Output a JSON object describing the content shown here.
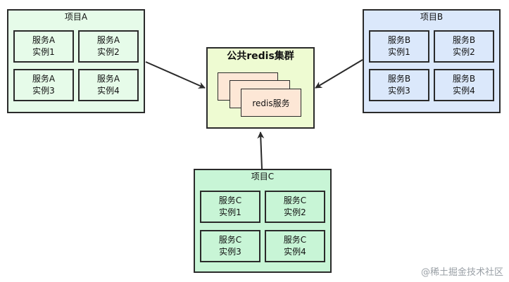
{
  "projects": {
    "a": {
      "title": "项目A",
      "instances": [
        {
          "service": "服务A",
          "instance": "实例1"
        },
        {
          "service": "服务A",
          "instance": "实例2"
        },
        {
          "service": "服务A",
          "instance": "实例3"
        },
        {
          "service": "服务A",
          "instance": "实例4"
        }
      ],
      "fill": "#e6fbe9"
    },
    "b": {
      "title": "项目B",
      "instances": [
        {
          "service": "服务B",
          "instance": "实例1"
        },
        {
          "service": "服务B",
          "instance": "实例2"
        },
        {
          "service": "服务B",
          "instance": "实例3"
        },
        {
          "service": "服务B",
          "instance": "实例4"
        }
      ],
      "fill": "#dbe8fb"
    },
    "c": {
      "title": "项目C",
      "instances": [
        {
          "service": "服务C",
          "instance": "实例1"
        },
        {
          "service": "服务C",
          "instance": "实例2"
        },
        {
          "service": "服务C",
          "instance": "实例3"
        },
        {
          "service": "服务C",
          "instance": "实例4"
        }
      ],
      "fill": "#c8f5d6"
    }
  },
  "cluster": {
    "title": "公共redis集群",
    "card_label": "redis服务",
    "fill": "#eefbd2",
    "card_fill": "#fde7d6"
  },
  "watermark": "@稀土掘金技术社区"
}
